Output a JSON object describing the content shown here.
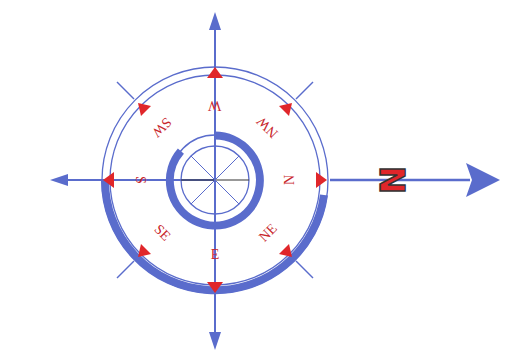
{
  "diagram": {
    "labels": [
      "N",
      "NE",
      "E",
      "SE",
      "S",
      "SW",
      "W",
      "NW",
      "N"
    ]
  }
}
